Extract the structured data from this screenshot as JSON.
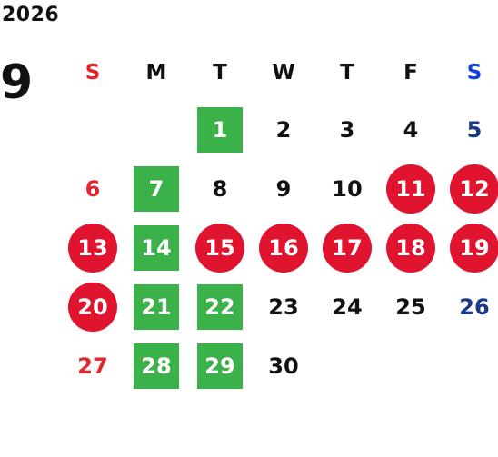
{
  "year": "2026",
  "month": "9",
  "colors": {
    "text": "#111111",
    "sunday": "#e2262c",
    "saturday": "#1a3a8c",
    "saturday_header": "#1240d8",
    "holiday_circle": "#e0142f",
    "green_box": "#3bb14a",
    "white": "#ffffff"
  },
  "weekdays": [
    {
      "label": "S",
      "type": "sunday"
    },
    {
      "label": "M",
      "type": "normal"
    },
    {
      "label": "T",
      "type": "normal"
    },
    {
      "label": "W",
      "type": "normal"
    },
    {
      "label": "T",
      "type": "normal"
    },
    {
      "label": "F",
      "type": "normal"
    },
    {
      "label": "S",
      "type": "saturday"
    }
  ],
  "weeks": [
    [
      null,
      null,
      {
        "day": "1",
        "mark": "green"
      },
      {
        "day": "2"
      },
      {
        "day": "3"
      },
      {
        "day": "4"
      },
      {
        "day": "5",
        "weekday": "saturday"
      }
    ],
    [
      {
        "day": "6",
        "weekday": "sunday"
      },
      {
        "day": "7",
        "mark": "green"
      },
      {
        "day": "8"
      },
      {
        "day": "9"
      },
      {
        "day": "10"
      },
      {
        "day": "11",
        "mark": "red"
      },
      {
        "day": "12",
        "mark": "red"
      }
    ],
    [
      {
        "day": "13",
        "mark": "red"
      },
      {
        "day": "14",
        "mark": "green"
      },
      {
        "day": "15",
        "mark": "red"
      },
      {
        "day": "16",
        "mark": "red"
      },
      {
        "day": "17",
        "mark": "red"
      },
      {
        "day": "18",
        "mark": "red"
      },
      {
        "day": "19",
        "mark": "red"
      }
    ],
    [
      {
        "day": "20",
        "mark": "red"
      },
      {
        "day": "21",
        "mark": "green"
      },
      {
        "day": "22",
        "mark": "green"
      },
      {
        "day": "23"
      },
      {
        "day": "24"
      },
      {
        "day": "25"
      },
      {
        "day": "26",
        "weekday": "saturday"
      }
    ],
    [
      {
        "day": "27",
        "weekday": "sunday"
      },
      {
        "day": "28",
        "mark": "green"
      },
      {
        "day": "29",
        "mark": "green"
      },
      {
        "day": "30"
      },
      null,
      null,
      null
    ]
  ]
}
